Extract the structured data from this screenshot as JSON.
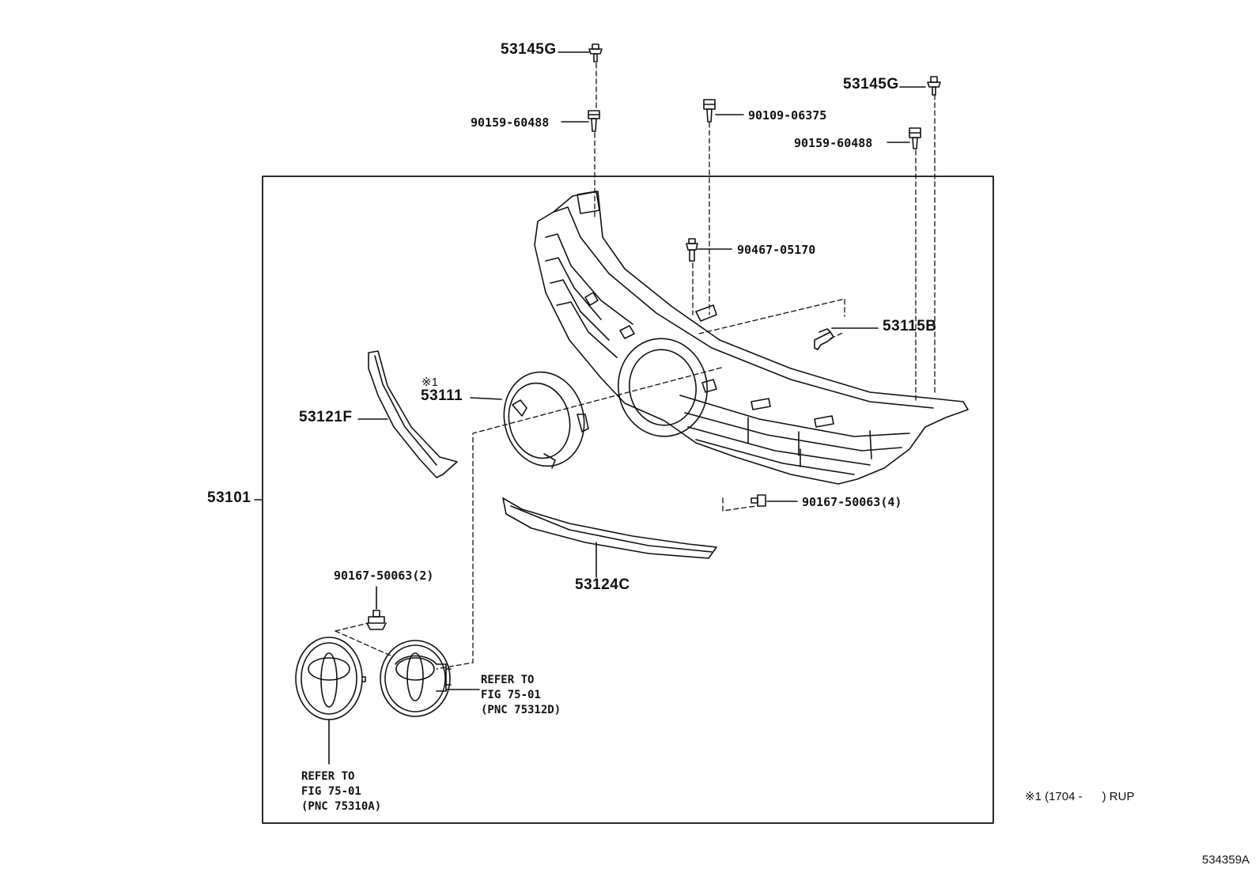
{
  "labels": {
    "p53145g_top": "53145G",
    "p90159_left": "90159-60488",
    "p90109": "90109-06375",
    "p53145g_right": "53145G",
    "p90159_right": "90159-60488",
    "p90467": "90467-05170",
    "p53115b": "53115B",
    "mark1": "※1",
    "p53111": "53111",
    "p53121f": "53121F",
    "p53101": "53101",
    "p90167_4": "90167-50063(4)",
    "p53124c": "53124C",
    "p90167_2": "90167-50063(2)"
  },
  "refs": {
    "right": {
      "line1": "REFER TO",
      "line2": "FIG 75-01",
      "line3": "(PNC 75312D)"
    },
    "left": {
      "line1": "REFER TO",
      "line2": "FIG 75-01",
      "line3": "(PNC 75310A)"
    }
  },
  "footnote": "※1 (1704 -      ) RUP",
  "diagram_id": "534359A"
}
